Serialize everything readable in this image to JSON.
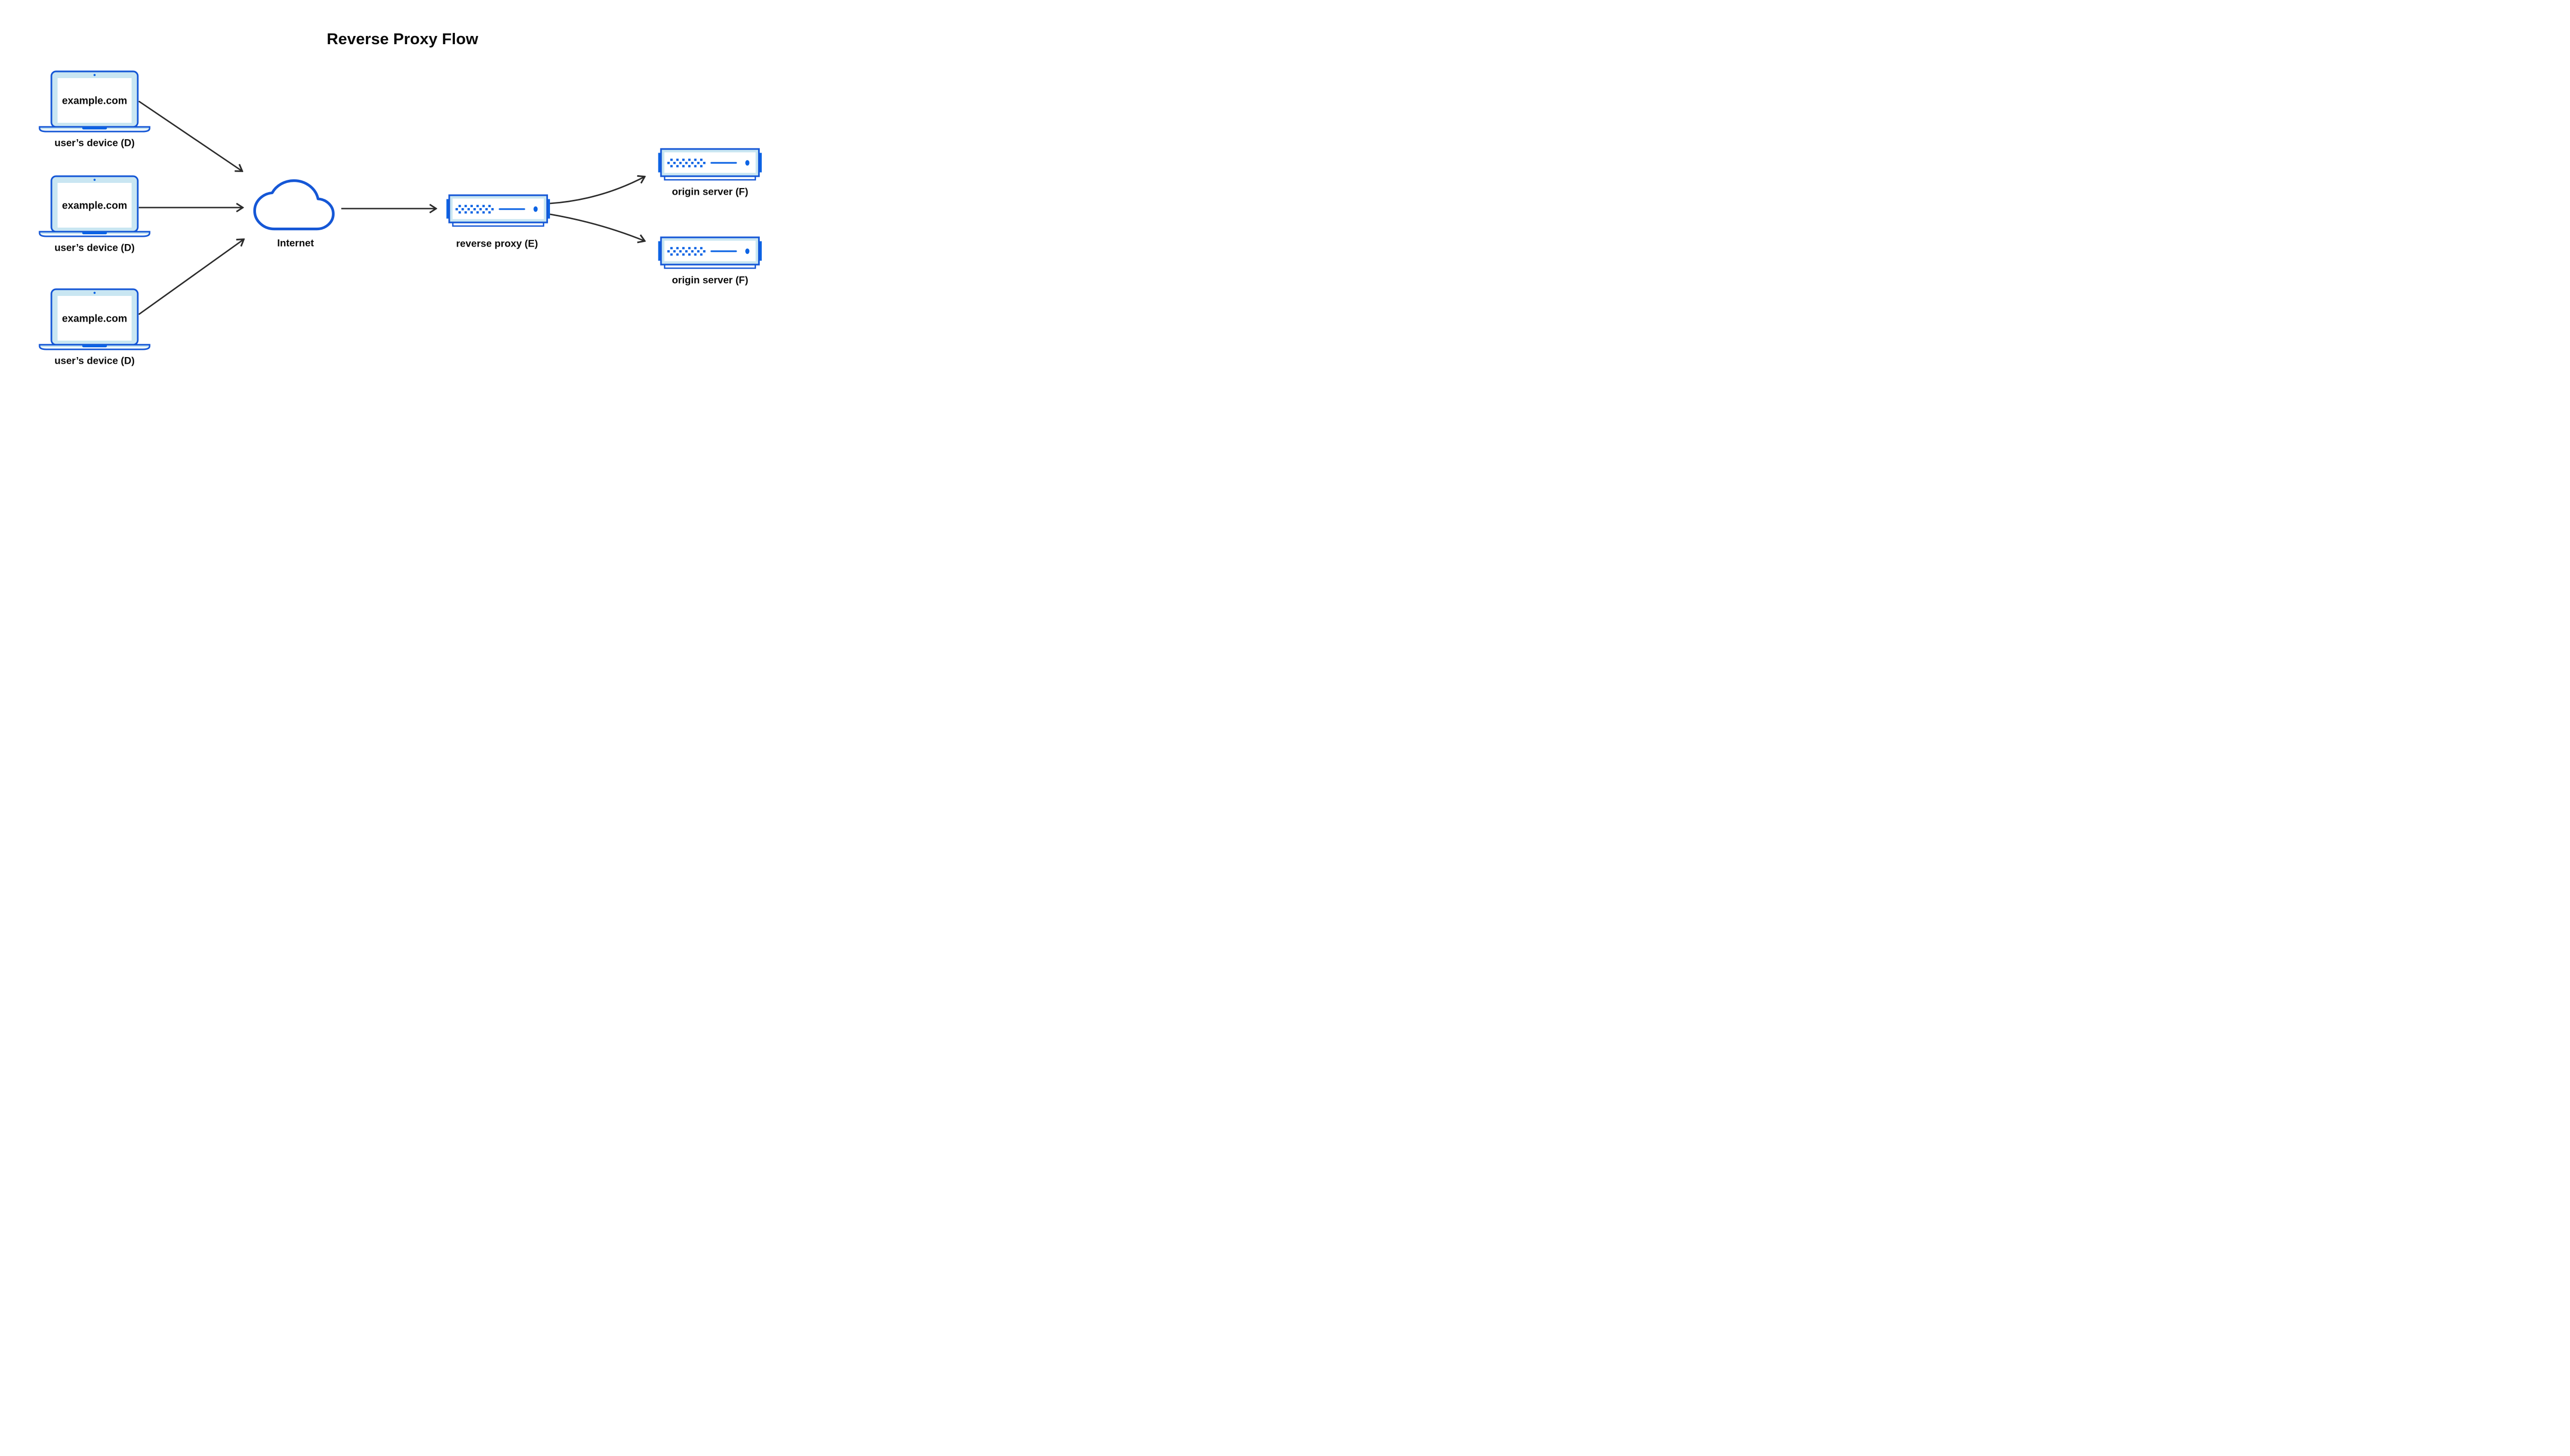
{
  "title": "Reverse Proxy Flow",
  "colors": {
    "line_blue": "#1557D6",
    "bright_blue": "#0C63E4",
    "light_blue": "#C9E6F2",
    "arrow_dark": "#2B2B2B",
    "text_dark": "#0A0A0A",
    "background": "#FFFFFF"
  },
  "nodes": {
    "devices": {
      "screen_label": "example.com",
      "label": "user’s device (D)",
      "count": 3
    },
    "internet": {
      "label": "Internet"
    },
    "reverse_proxy": {
      "label": "reverse proxy (E)"
    },
    "origin_servers": {
      "label": "origin server (F)",
      "count": 2
    }
  },
  "edges": [
    {
      "from": "user-device-1",
      "to": "internet"
    },
    {
      "from": "user-device-2",
      "to": "internet"
    },
    {
      "from": "user-device-3",
      "to": "internet"
    },
    {
      "from": "internet",
      "to": "reverse-proxy"
    },
    {
      "from": "reverse-proxy",
      "to": "origin-server-1"
    },
    {
      "from": "reverse-proxy",
      "to": "origin-server-2"
    }
  ]
}
